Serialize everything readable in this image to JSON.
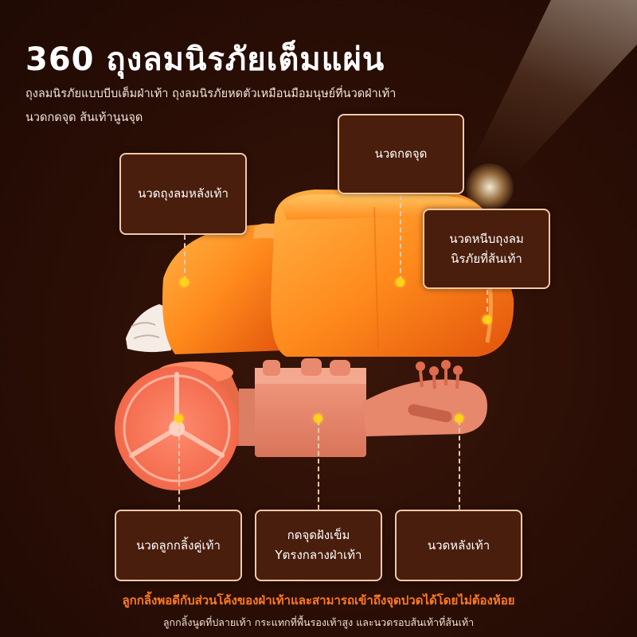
{
  "header": {
    "title": "360  ถุงลมนิรภัยเต็มแผ่น",
    "subtitle_line1": "ถุงลมนิรภัยแบบบีบเต็มฝ่าเท้า ถุงลมนิรภัยหดตัวเหมือนมือมนุษย์ที่นวดฝ่าเท้า",
    "subtitle_line2": "นวดกดจุด ส้นเท้านูนจุด"
  },
  "labels": {
    "back_airbag": "นวดถุงลมหลังเท้า",
    "acupressure": "นวดกดจุด",
    "heel_airbag_line1": "นวดหนีบถุงลม",
    "heel_airbag_line2": "นิรภัยที่ส้นเท้า",
    "roller": "นวดลูกกลิ้งคู่เท้า",
    "needle_line1": "กดจุดฝังเข็ม",
    "needle_line2": "Yตรงกลางฝ่าเท้า",
    "back_foot": "นวดหลังเท้า"
  },
  "footer": {
    "highlight": "ลูกกลิ้งพอดีกับส่วนโค้งของฝ่าเท้าและสามารถเข้าถึงจุดปวดได้โดยไม่ต้องห้อย",
    "note": "ลูกกลิ้งนูดที่ปลายเท้า กระแทกที่พื้นรองเท้าสูง และนวดรอบส้นเท้าที่ส้นเท้า"
  },
  "colors": {
    "background": "#2b0f06",
    "box_fill": "#4a1e0c",
    "box_border": "#f2c9a6",
    "dot": "#ffd21a",
    "footer_highlight": "#ff7a1e",
    "device_orange": "#ff7a1a",
    "device_base": "#e5836a"
  },
  "icons": {
    "foot": "foot-illustration",
    "roller": "roller-wheel-illustration",
    "base": "base-mechanism-illustration"
  }
}
